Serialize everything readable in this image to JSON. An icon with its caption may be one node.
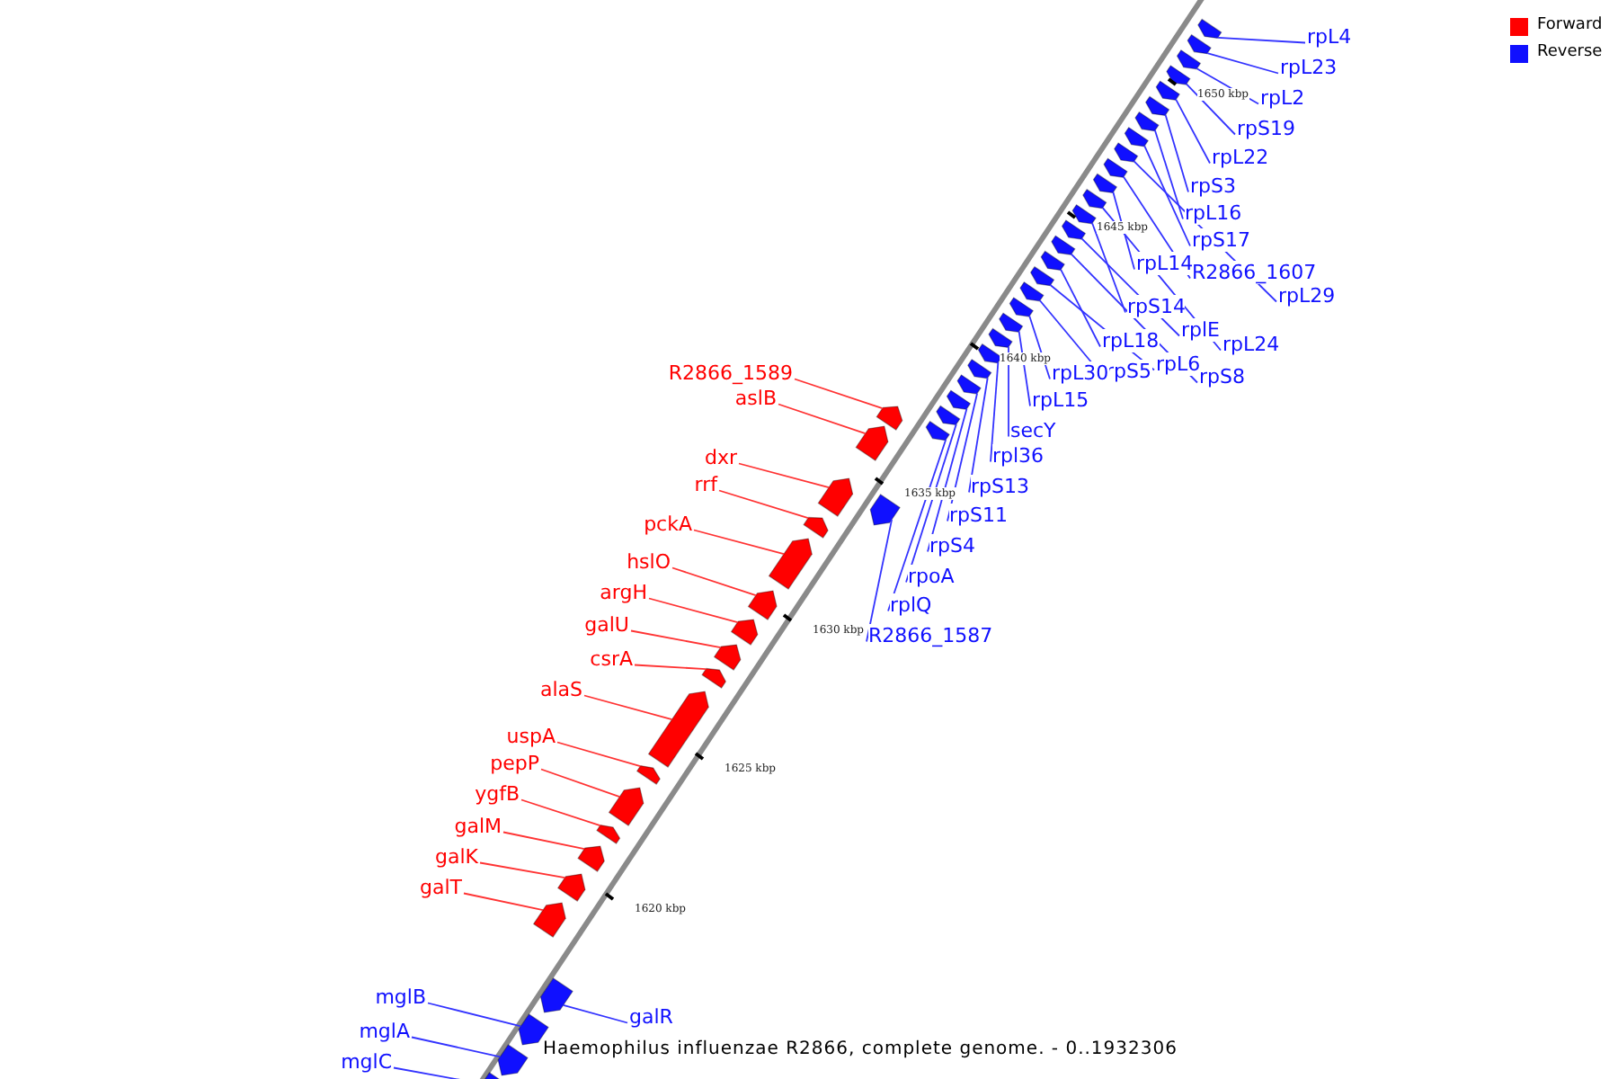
{
  "diagram": {
    "caption": "Haemophilus influenzae R2866, complete genome. - 0..1932306",
    "nodes": [
      {
        "text": [
          "R2866_1589"
        ]
      },
      {
        "text": [],
        "shape": "arrow"
      },
      {
        "text": [
          "aslB"
        ]
      },
      {
        "text": [],
        "shape": "arrow"
      },
      {
        "text": [
          "dxr"
        ]
      },
      {
        "text": [],
        "shape": "arrow"
      },
      {
        "text": [
          "rrf"
        ]
      },
      {
        "text": [],
        "shape": "arrow"
      },
      {
        "text": [
          "pckA"
        ]
      },
      {
        "text": [],
        "shape": "arrow"
      },
      {
        "text": [
          "hslO"
        ]
      },
      {
        "text": [],
        "shape": "arrow"
      },
      {
        "text": [
          "argH"
        ]
      },
      {
        "text": [],
        "shape": "arrow"
      },
      {
        "text": [
          "galU"
        ]
      },
      {
        "text": [],
        "shape": "arrow"
      },
      {
        "text": [
          "csrA"
        ]
      },
      {
        "text": [],
        "shape": "arrow"
      },
      {
        "text": [
          "alaS"
        ]
      },
      {
        "text": [],
        "shape": "arrow"
      },
      {
        "text": [
          "uspA"
        ]
      },
      {
        "text": [],
        "shape": "arrow"
      },
      {
        "text": [
          "pepP"
        ]
      },
      {
        "text": [],
        "shape": "arrow"
      },
      {
        "text": [
          "ygfB"
        ]
      },
      {
        "text": [],
        "shape": "arrow"
      },
      {
        "text": [
          "galM"
        ]
      },
      {
        "text": [],
        "shape": "arrow"
      },
      {
        "text": [
          "galK"
        ]
      },
      {
        "text": [],
        "shape": "arrow"
      },
      {
        "text": [
          "galT"
        ]
      },
      {
        "text": [],
        "shape": "arrow"
      },
      {
        "text": [
          "rpL4"
        ]
      },
      {
        "text": [],
        "shape": "arrow"
      },
      {
        "text": [
          "rpL23"
        ]
      },
      {
        "text": [],
        "shape": "arrow"
      },
      {
        "text": [
          "rpL2"
        ]
      },
      {
        "text": [],
        "shape": "arrow"
      },
      {
        "text": [
          "rpS19"
        ]
      },
      {
        "text": [],
        "shape": "arrow"
      },
      {
        "text": [
          "rpL22"
        ]
      },
      {
        "text": [],
        "shape": "arrow"
      },
      {
        "text": [
          "rpS3"
        ]
      },
      {
        "text": [],
        "shape": "arrow"
      },
      {
        "text": [
          "rpL16"
        ]
      },
      {
        "text": [],
        "shape": "arrow"
      },
      {
        "text": [
          "rpS17"
        ]
      },
      {
        "text": [],
        "shape": "arrow"
      },
      {
        "text": [
          "R2866_1607"
        ]
      },
      {
        "text": [],
        "shape": "arrow"
      },
      {
        "text": [
          "rpL29"
        ]
      },
      {
        "text": [],
        "shape": "arrow"
      },
      {
        "text": [
          "rpL14"
        ]
      },
      {
        "text": [],
        "shape": "arrow"
      },
      {
        "text": [
          "rpS14"
        ]
      },
      {
        "text": [],
        "shape": "arrow"
      },
      {
        "text": [
          "rplE"
        ]
      },
      {
        "text": [],
        "shape": "arrow"
      },
      {
        "text": [
          "rpL24"
        ]
      },
      {
        "text": [],
        "shape": "arrow"
      },
      {
        "text": [
          "rpL18"
        ]
      },
      {
        "text": [],
        "shape": "arrow"
      },
      {
        "text": [
          "rpL6"
        ]
      },
      {
        "text": [],
        "shape": "arrow"
      },
      {
        "text": [
          "rpS5"
        ]
      },
      {
        "text": [],
        "shape": "arrow"
      },
      {
        "text": [
          "rpS8"
        ]
      },
      {
        "text": [],
        "shape": "arrow"
      },
      {
        "text": [
          "rpL30"
        ]
      },
      {
        "text": [],
        "shape": "arrow"
      },
      {
        "text": [
          "rpL15"
        ]
      },
      {
        "text": [],
        "shape": "arrow"
      },
      {
        "text": [
          "secY"
        ]
      },
      {
        "text": [],
        "shape": "arrow"
      },
      {
        "text": [
          "rpl36"
        ]
      },
      {
        "text": [],
        "shape": "arrow"
      },
      {
        "text": [
          "rpS13"
        ]
      },
      {
        "text": [],
        "shape": "arrow"
      },
      {
        "text": [
          "rpS11"
        ]
      },
      {
        "text": [],
        "shape": "arrow"
      },
      {
        "text": [
          "rpS4"
        ]
      },
      {
        "text": [],
        "shape": "arrow"
      },
      {
        "text": [
          "rpoA"
        ]
      },
      {
        "text": [],
        "shape": "arrow"
      },
      {
        "text": [
          "rplQ"
        ]
      },
      {
        "text": [],
        "shape": "arrow"
      },
      {
        "text": [
          "R2866_1587"
        ]
      },
      {
        "text": [],
        "shape": "arrow"
      },
      {
        "text": [
          "galR"
        ]
      },
      {
        "text": [],
        "shape": "arrow"
      },
      {
        "text": [
          "mglB"
        ]
      },
      {
        "text": [],
        "shape": "arrow"
      },
      {
        "text": [
          "mglA"
        ]
      },
      {
        "text": [],
        "shape": "arrow"
      },
      {
        "text": [
          "mglC"
        ]
      },
      {
        "text": [],
        "shape": "arrow"
      }
    ],
    "edges": [
      {
        "from": 0,
        "to": 1,
        "arrow": "none",
        "color": "#ff3333"
      },
      {
        "from": 2,
        "to": 3,
        "arrow": "none",
        "color": "#ff3333"
      },
      {
        "from": 4,
        "to": 5,
        "arrow": "none",
        "color": "#ff3333"
      },
      {
        "from": 6,
        "to": 7,
        "arrow": "none",
        "color": "#ff3333"
      },
      {
        "from": 8,
        "to": 9,
        "arrow": "none",
        "color": "#ff3333"
      },
      {
        "from": 10,
        "to": 11,
        "arrow": "none",
        "color": "#ff3333"
      },
      {
        "from": 12,
        "to": 13,
        "arrow": "none",
        "color": "#ff3333"
      },
      {
        "from": 14,
        "to": 15,
        "arrow": "none",
        "color": "#ff3333"
      },
      {
        "from": 16,
        "to": 17,
        "arrow": "none",
        "color": "#ff3333"
      },
      {
        "from": 18,
        "to": 19,
        "arrow": "none",
        "color": "#ff3333"
      },
      {
        "from": 20,
        "to": 21,
        "arrow": "none",
        "color": "#ff3333"
      },
      {
        "from": 22,
        "to": 23,
        "arrow": "none",
        "color": "#ff3333"
      },
      {
        "from": 24,
        "to": 25,
        "arrow": "none",
        "color": "#ff3333"
      },
      {
        "from": 26,
        "to": 27,
        "arrow": "none",
        "color": "#ff3333"
      },
      {
        "from": 28,
        "to": 29,
        "arrow": "none",
        "color": "#ff3333"
      },
      {
        "from": 30,
        "to": 31,
        "arrow": "none",
        "color": "#ff3333"
      },
      {
        "from": 32,
        "to": 33,
        "arrow": "none"
      },
      {
        "from": 34,
        "to": 35,
        "arrow": "none"
      },
      {
        "from": 36,
        "to": 37,
        "arrow": "none"
      },
      {
        "from": 38,
        "to": 39,
        "arrow": "none"
      },
      {
        "from": 40,
        "to": 41,
        "arrow": "none"
      },
      {
        "from": 42,
        "to": 43,
        "arrow": "none"
      },
      {
        "from": 44,
        "to": 45,
        "arrow": "none"
      },
      {
        "from": 46,
        "to": 47,
        "arrow": "none"
      },
      {
        "from": 48,
        "to": 49,
        "arrow": "none"
      },
      {
        "from": 50,
        "to": 51,
        "arrow": "none"
      },
      {
        "from": 52,
        "to": 53,
        "arrow": "none"
      },
      {
        "from": 54,
        "to": 55,
        "arrow": "none"
      },
      {
        "from": 56,
        "to": 57,
        "arrow": "none"
      },
      {
        "from": 58,
        "to": 59,
        "arrow": "none"
      },
      {
        "from": 60,
        "to": 61,
        "arrow": "none"
      },
      {
        "from": 62,
        "to": 63,
        "arrow": "none"
      },
      {
        "from": 64,
        "to": 65,
        "arrow": "none"
      },
      {
        "from": 66,
        "to": 67,
        "arrow": "none"
      },
      {
        "from": 68,
        "to": 69,
        "arrow": "none"
      },
      {
        "from": 70,
        "to": 71,
        "arrow": "none"
      },
      {
        "from": 72,
        "to": 73,
        "arrow": "none"
      },
      {
        "from": 74,
        "to": 75,
        "arrow": "none"
      },
      {
        "from": 76,
        "to": 77,
        "arrow": "none"
      },
      {
        "from": 78,
        "to": 79,
        "arrow": "none"
      },
      {
        "from": 80,
        "to": 81,
        "arrow": "none"
      },
      {
        "from": 82,
        "to": 83,
        "arrow": "none"
      },
      {
        "from": 84,
        "to": 85,
        "arrow": "none"
      },
      {
        "from": 86,
        "to": 87,
        "arrow": "none"
      },
      {
        "from": 88,
        "to": 89,
        "arrow": "none"
      },
      {
        "from": 90,
        "to": 91,
        "arrow": "none"
      },
      {
        "from": 92,
        "to": 93,
        "arrow": "none"
      },
      {
        "from": 94,
        "to": 95,
        "arrow": "none"
      }
    ],
    "labels": [
      "1650 kbp",
      "1645 kbp",
      "1640 kbp",
      "1635 kbp",
      "1630 kbp",
      "1625 kbp",
      "1620 kbp"
    ],
    "legend": [
      {
        "text": "Forward",
        "color": "#ff0000"
      },
      {
        "text": "Reverse",
        "color": "#1010ff"
      }
    ]
  }
}
